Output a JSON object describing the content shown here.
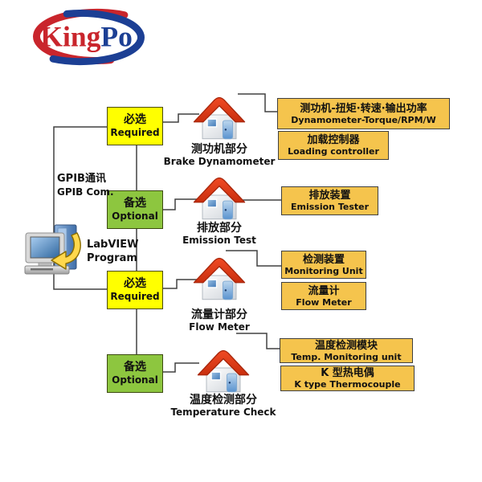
{
  "logo": {
    "king": "King",
    "po": "Po"
  },
  "left": {
    "gpib_cn": "GPIB通讯",
    "gpib_en": "GPIB Com.",
    "labview_line1": "LabVIEW",
    "labview_line2": "Program"
  },
  "rows": [
    {
      "gate_cn": "必选",
      "gate_en": "Required",
      "station_cn": "测功机部分",
      "station_en": "Brake Dynamometer",
      "outputs": [
        {
          "cn": "测功机-扭矩·转速·输出功率",
          "en": "Dynamometer-Torque/RPM/W"
        },
        {
          "cn": "加载控制器",
          "en": "Loading controller"
        }
      ]
    },
    {
      "gate_cn": "备选",
      "gate_en": "Optional",
      "station_cn": "排放部分",
      "station_en": "Emission Test",
      "outputs": [
        {
          "cn": "排放装置",
          "en": "Emission Tester"
        }
      ]
    },
    {
      "gate_cn": "必选",
      "gate_en": "Required",
      "station_cn": "流量计部分",
      "station_en": "Flow Meter",
      "outputs": [
        {
          "cn": "检测装置",
          "en": "Monitoring Unit"
        },
        {
          "cn": "流量计",
          "en": "Flow Meter"
        }
      ]
    },
    {
      "gate_cn": "备选",
      "gate_en": "Optional",
      "station_cn": "温度检测部分",
      "station_en": "Temperature Check",
      "outputs": [
        {
          "cn": "温度检测模块",
          "en": "Temp. Monitoring unit"
        },
        {
          "cn": "K 型热电偶",
          "en": "K type Thermocouple"
        }
      ]
    }
  ],
  "colors": {
    "required_fill": "#FFFF00",
    "optional_fill": "#8DC63F",
    "output_fill": "#F5C44D",
    "box_border": "#404040",
    "wire": "#404040",
    "roof_red": "#E13B19",
    "door_blue": "#4A7EBB",
    "logo_red": "#C9252C",
    "logo_blue": "#1C3F94"
  }
}
